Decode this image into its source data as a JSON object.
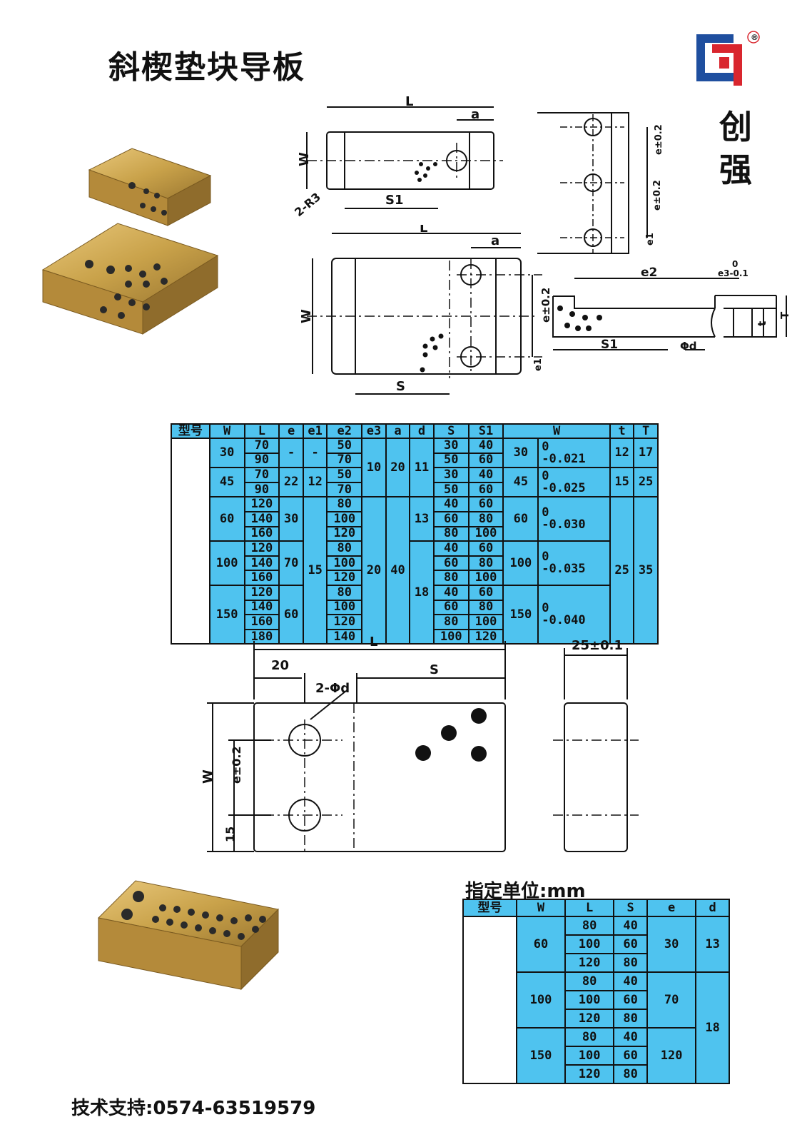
{
  "title": "斜楔垫块导板",
  "brand": {
    "name_line1": "创",
    "name_line2": "强",
    "registered": "®"
  },
  "unit": "指定单位:mm",
  "support": "技术支持:0574-63519579",
  "drawing_labels": {
    "L": "L",
    "a": "a",
    "W": "W",
    "R3": "2-R3",
    "S1": "S1",
    "S": "S",
    "e_tol": "e±0.2",
    "e1": "e1",
    "e2": "e2",
    "e3": "e3-0.1",
    "e3_upper": "0",
    "t": "t",
    "T": "T",
    "phi_d": "Φd",
    "twenty": "20",
    "two_phi_d": "2-Φd",
    "fifteen": "15",
    "thickness": "25±0.1"
  },
  "table1": {
    "headers": [
      "型号",
      "W",
      "L",
      "e",
      "e1",
      "e2",
      "e3",
      "a",
      "d",
      "S",
      "S1",
      "W",
      "t",
      "T"
    ],
    "rows": [
      [
        "30",
        "70",
        "-",
        "-",
        "50",
        "10",
        "20",
        "11",
        "30",
        "40",
        "30",
        "0",
        "-0.021",
        "12",
        "17"
      ],
      [
        "90",
        "70",
        "50",
        "60"
      ],
      [
        "45",
        "70",
        "22",
        "12",
        "50",
        "30",
        "40",
        "45",
        "0",
        "-0.025",
        "15",
        "25"
      ],
      [
        "90",
        "70",
        "50",
        "60"
      ],
      [
        "60",
        "120",
        "30",
        "15",
        "80",
        "20",
        "40",
        "13",
        "40",
        "60",
        "60",
        "0",
        "-0.030",
        "25",
        "35"
      ],
      [
        "140",
        "100",
        "60",
        "80"
      ],
      [
        "160",
        "120",
        "80",
        "100"
      ],
      [
        "100",
        "120",
        "70",
        "80",
        "18",
        "40",
        "60",
        "100",
        "0",
        "-0.035"
      ],
      [
        "140",
        "100",
        "60",
        "80"
      ],
      [
        "160",
        "120",
        "80",
        "100"
      ],
      [
        "150",
        "120",
        "60",
        "80",
        "40",
        "60",
        "150",
        "0",
        "-0.040"
      ],
      [
        "140",
        "100",
        "60",
        "80"
      ],
      [
        "160",
        "120",
        "80",
        "100"
      ],
      [
        "180",
        "140",
        "100",
        "120"
      ]
    ]
  },
  "table2": {
    "headers": [
      "型号",
      "W",
      "L",
      "S",
      "e",
      "d"
    ],
    "rows": [
      [
        "60",
        "80",
        "40",
        "30",
        "13"
      ],
      [
        "100",
        "60"
      ],
      [
        "120",
        "80"
      ],
      [
        "100",
        "80",
        "40",
        "70",
        "18"
      ],
      [
        "100",
        "60"
      ],
      [
        "120",
        "80"
      ],
      [
        "150",
        "80",
        "40",
        "120"
      ],
      [
        "100",
        "60"
      ],
      [
        "120",
        "80"
      ]
    ]
  },
  "colors": {
    "table_fill": "#4fc3ef",
    "logo_blue": "#1f4f9f",
    "logo_red": "#d9262e",
    "bronze": "#c9a24a"
  }
}
